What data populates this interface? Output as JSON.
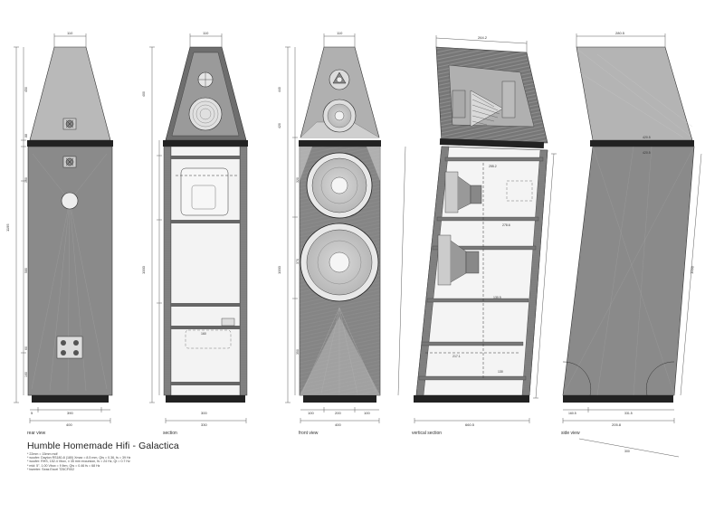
{
  "title": "Humble Homemade Hifi - Galactica",
  "captions": {
    "rear": "rear view",
    "section": "section",
    "front": "front view",
    "vertical": "vertical section",
    "side": "side view"
  },
  "notes": [
    "* 22mm = 15mm mdf",
    "* woofer: Dayton RS180-8 (180) Xmax = 8.5 mm, Qts = 0.36, fs = 39 Hz",
    "* woofer: RHS, 152.4 Vbox, ± 35 mm excursion, fs = 24 Hz, Qt = 0.7 Hz",
    "* mid: 5\", 1.00 Vbox = 9 lbm, Qts = 0.46 fs = 68 Hz",
    "* tweeter: Seas Excel T25CF002"
  ],
  "dimensions": {
    "rear_top": "110",
    "rear_bottom": "400",
    "rear_base_left": "5",
    "rear_base_mid": "390",
    "rear_height": "1195",
    "rear_seg1": "450",
    "rear_seg2": "88",
    "rear_seg3": "160",
    "rear_seg4": "580",
    "rear_seg5": "60",
    "rear_seg6": "160",
    "section_top": "110",
    "section_bottom": "330",
    "section_inner": "300",
    "section_height": "1000",
    "section_upper": "400",
    "section_box": "160",
    "front_top": "110",
    "front_bottom": "400",
    "front_height": "1000",
    "front_b1": "100",
    "front_b2": "200",
    "front_b3": "100",
    "front_s1": "440",
    "front_s2": "420",
    "front_s3": "320",
    "front_s4": "370",
    "front_s5": "350",
    "vert_top": "264.2",
    "vert_bottom": "660.5",
    "vert_a": "255.2",
    "vert_b": "278.6",
    "vert_c": "130.5",
    "vert_d": "217.1",
    "vert_e": "130",
    "side_top": "280.5",
    "side_bottom": "205.8",
    "side_w1": "420.5",
    "side_w2": "420.5",
    "side_h": "1000",
    "side_angle": "300",
    "side_b1": "160.5",
    "side_b2": "331.5"
  }
}
